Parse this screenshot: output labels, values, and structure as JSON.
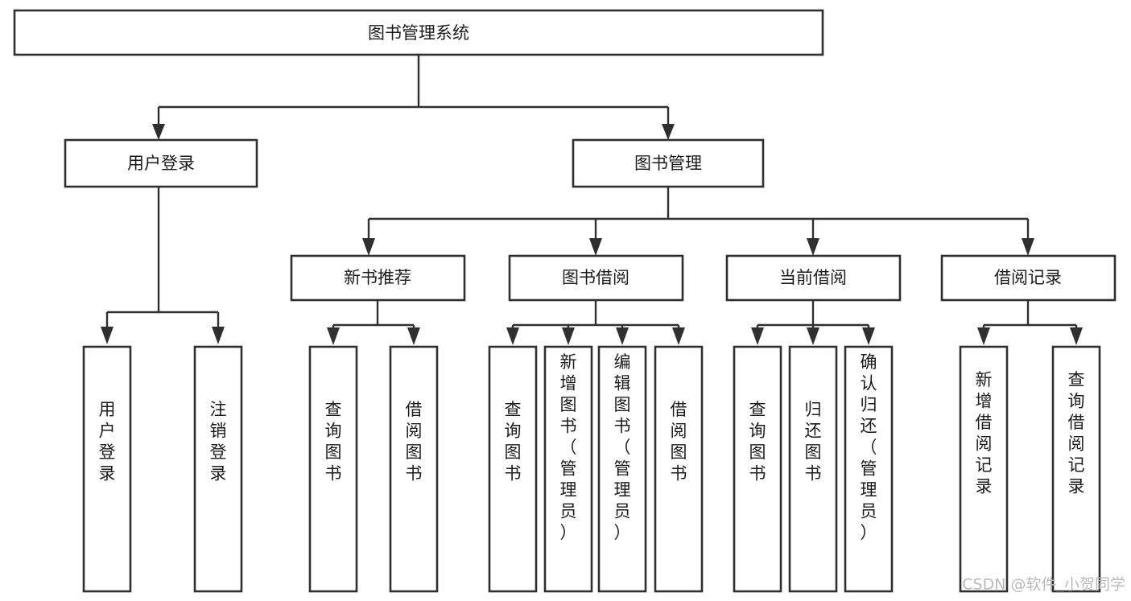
{
  "diagram": {
    "type": "tree-hierarchy",
    "title": "图书管理系统",
    "orientation": "top-down",
    "colors": {
      "box_fill": "#ffffff",
      "box_stroke": "#2f2f2f",
      "connector": "#2f2f2f",
      "text": "#1b1b1b",
      "watermark": "#b9b9b9",
      "background": "#ffffff"
    },
    "root": {
      "id": "root",
      "label": "图书管理系统",
      "text_orientation": "horizontal"
    },
    "level2": [
      {
        "id": "user-login",
        "label": "用户登录",
        "text_orientation": "horizontal"
      },
      {
        "id": "book-management",
        "label": "图书管理",
        "text_orientation": "horizontal"
      }
    ],
    "level3": [
      {
        "id": "new-book-recommend",
        "label": "新书推荐",
        "parent": "book-management",
        "text_orientation": "horizontal"
      },
      {
        "id": "book-borrow",
        "label": "图书借阅",
        "parent": "book-management",
        "text_orientation": "horizontal"
      },
      {
        "id": "current-borrow",
        "label": "当前借阅",
        "parent": "book-management",
        "text_orientation": "horizontal"
      },
      {
        "id": "borrow-record",
        "label": "借阅记录",
        "parent": "book-management",
        "text_orientation": "horizontal"
      }
    ],
    "leaves": [
      {
        "id": "leaf-user-login",
        "label": "用户登录",
        "parent": "user-login",
        "text_orientation": "vertical"
      },
      {
        "id": "leaf-user-logout",
        "label": "注销登录",
        "parent": "user-login",
        "text_orientation": "vertical"
      },
      {
        "id": "leaf-query-book-1",
        "label": "查询图书",
        "parent": "new-book-recommend",
        "text_orientation": "vertical"
      },
      {
        "id": "leaf-borrow-book-1",
        "label": "借阅图书",
        "parent": "new-book-recommend",
        "text_orientation": "vertical"
      },
      {
        "id": "leaf-query-book-2",
        "label": "查询图书",
        "parent": "book-borrow",
        "text_orientation": "vertical"
      },
      {
        "id": "leaf-add-book",
        "label": "新增图书（管理员）",
        "parent": "book-borrow",
        "text_orientation": "vertical"
      },
      {
        "id": "leaf-edit-book",
        "label": "编辑图书（管理员）",
        "parent": "book-borrow",
        "text_orientation": "vertical"
      },
      {
        "id": "leaf-borrow-book-2",
        "label": "借阅图书",
        "parent": "book-borrow",
        "text_orientation": "vertical"
      },
      {
        "id": "leaf-query-book-3",
        "label": "查询图书",
        "parent": "current-borrow",
        "text_orientation": "vertical"
      },
      {
        "id": "leaf-return-book",
        "label": "归还图书",
        "parent": "current-borrow",
        "text_orientation": "vertical"
      },
      {
        "id": "leaf-confirm-return",
        "label": "确认归还（管理员）",
        "parent": "current-borrow",
        "text_orientation": "vertical"
      },
      {
        "id": "leaf-add-record",
        "label": "新增借阅记录",
        "parent": "borrow-record",
        "text_orientation": "vertical"
      },
      {
        "id": "leaf-query-record",
        "label": "查询借阅记录",
        "parent": "borrow-record",
        "text_orientation": "vertical"
      }
    ]
  },
  "watermark": {
    "text": "CSDN @软件_小贺同学"
  }
}
